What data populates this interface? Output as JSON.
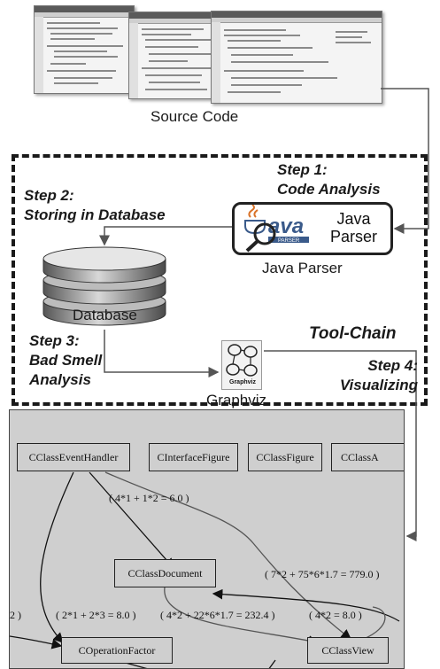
{
  "captions": {
    "source_code": "Source Code",
    "database": "Database",
    "java_parser_caption": "Java Parser",
    "graphviz": "Graphviz",
    "tool_chain": "Tool-Chain"
  },
  "java_logo": {
    "text": "Java\nParser"
  },
  "graphviz_logo": {
    "text": "Graphviz"
  },
  "steps": {
    "step1": "Step 1:\nCode Analysis",
    "step2": "Step 2:\nStoring in Database",
    "step3": "Step 3:\nBad Smell\nAnalysis",
    "step4": "Step 4:\nVisualizing"
  },
  "graph": {
    "nodes": {
      "event_handler": "CClassEventHandler",
      "interface_figure": "CInterfaceFigure",
      "class_figure": "CClassFigure",
      "class_a": "CClassA",
      "document": "CClassDocument",
      "class_view": "CClassView",
      "operation_factor": "COperationFactor"
    },
    "edge_labels": {
      "e1": "( 4*1 + 1*2 = 6.0 )",
      "e2": "( 7*2 + 75*6*1.7 = 779.0 )",
      "e3": "( 2*1 + 2*3 = 8.0 )",
      "e4": "( 4*2 + 22*6*1.7 = 232.4 )",
      "e5": "( 4*2 = 8.0 )",
      "e6": "2 )"
    }
  },
  "colors": {
    "dashed_border": "#1a1a1a",
    "graph_bg": "#cfcfcf",
    "java_orange": "#d9732a"
  }
}
